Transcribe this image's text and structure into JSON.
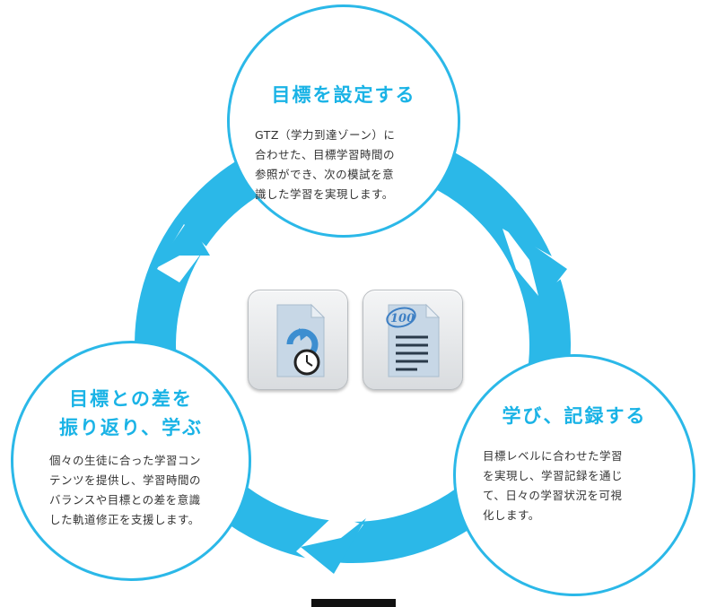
{
  "colors": {
    "accent": "#2bb8e8",
    "title": "#1ab3e6",
    "body_text": "#333333"
  },
  "steps": [
    {
      "title": "目標を設定する",
      "body": "GTZ（学力到達ゾーン）に\n合わせた、目標学習時間の\n参照ができ、次の模試を意\n識した学習を実現します。"
    },
    {
      "title": "学び、記録する",
      "body": "目標レベルに合わせた学習\nを実現し、学習記録を通じ\nて、日々の学習状況を可視\n化します。"
    },
    {
      "title": "目標との差を\n振り返り、学ぶ",
      "body": "個々の生徒に合った学習コン\nテンツを提供し、学習時間の\nバランスや目標との差を意識\nした軌道修正を支援します。"
    }
  ],
  "icons": {
    "left": "document-refresh-clock-icon",
    "right": "document-score-100-icon",
    "score_text": "100"
  }
}
